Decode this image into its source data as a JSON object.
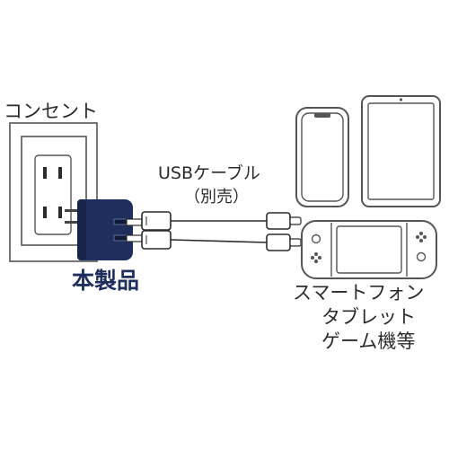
{
  "labels": {
    "outlet": "コンセント",
    "cable": "USBケーブル",
    "cable_note": "（別売）",
    "product": "本製品",
    "devices_line1": "スマートフォン",
    "devices_line2": "タブレット",
    "devices_line3": "ゲーム機等"
  },
  "colors": {
    "product_navy": "#1e2f5e",
    "line": "#2b2b2b",
    "outline": "#555555",
    "background": "#ffffff"
  },
  "icons": [
    "wall-outlet-icon",
    "usb-charger-icon",
    "usb-cable-icon",
    "smartphone-icon",
    "tablet-icon",
    "handheld-game-console-icon"
  ]
}
